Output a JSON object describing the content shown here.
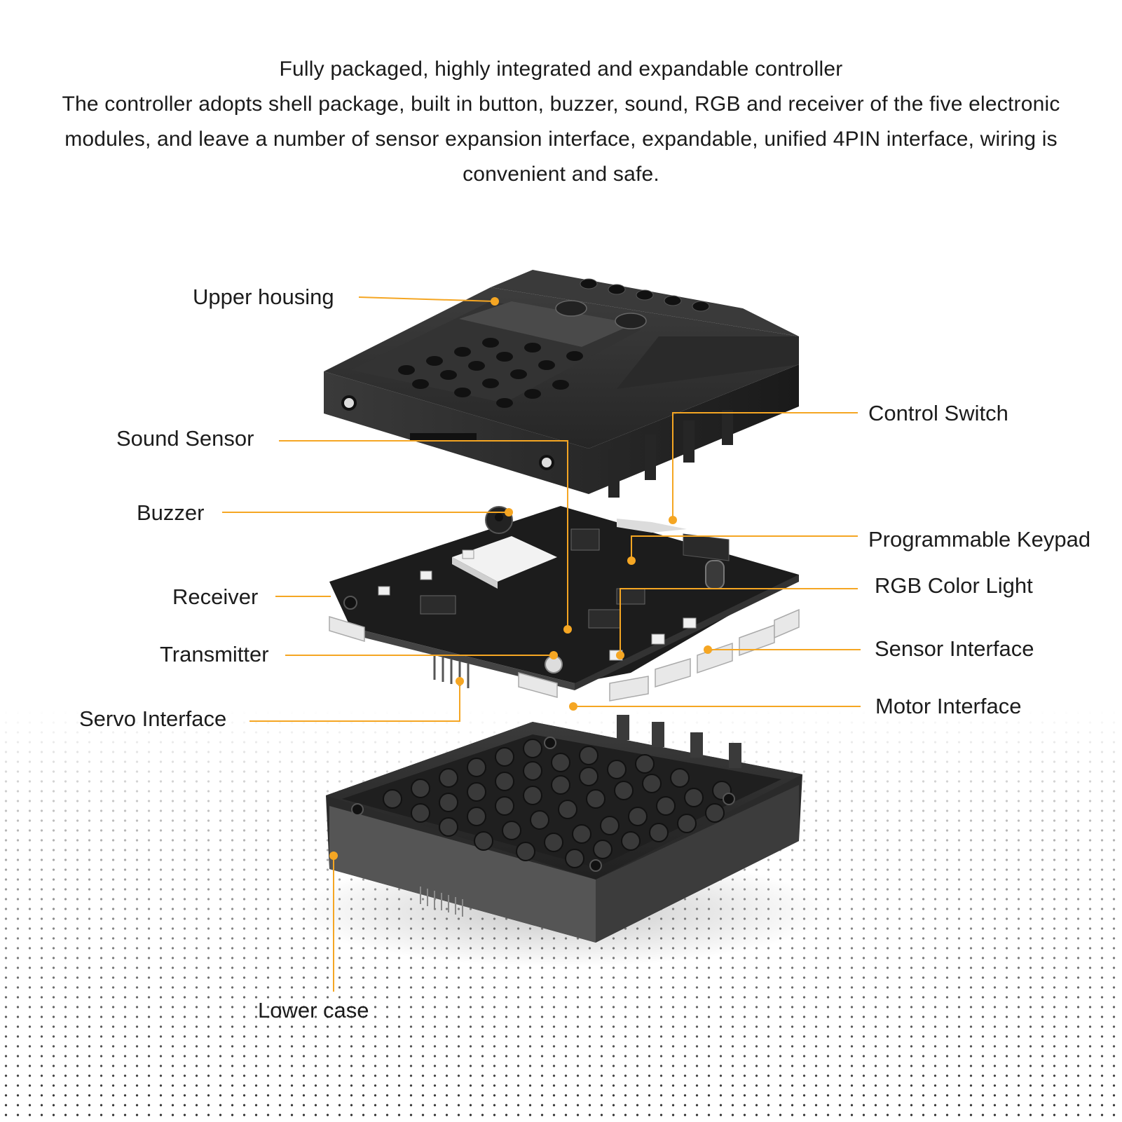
{
  "heading": {
    "title": "Fully packaged, highly integrated and expandable controller",
    "description": "The controller adopts shell package, built in button, buzzer, sound, RGB and receiver of the five electronic modules, and leave a number of sensor expansion interface, expandable, unified 4PIN interface, wiring is convenient and safe."
  },
  "labels": {
    "upper_housing": "Upper housing",
    "control_switch": "Control Switch",
    "sound_sensor": "Sound Sensor",
    "buzzer": "Buzzer",
    "programmable_keypad": "Programmable Keypad",
    "rgb_color_light": "RGB Color Light",
    "receiver": "Receiver",
    "sensor_interface": "Sensor Interface",
    "transmitter": "Transmitter",
    "motor_interface": "Motor Interface",
    "servo_interface": "Servo Interface",
    "lower_case": "Lower case"
  },
  "colors": {
    "leader_line": "#f5a623",
    "housing": "#2f2f2f",
    "board": "#1e1e1e",
    "chip": "#f0f0f0",
    "connector": "#e6e6e6"
  }
}
